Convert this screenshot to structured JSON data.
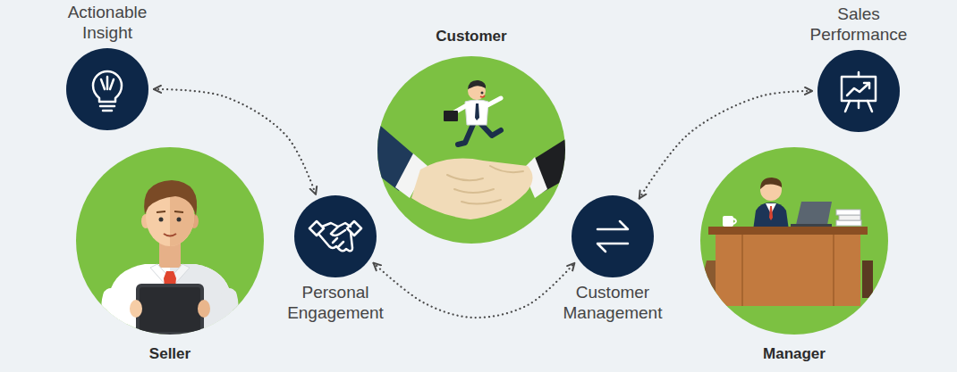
{
  "diagram": {
    "nodes": [
      {
        "text": [
          "Actionable Insight"
        ]
      },
      {
        "text": [
          "Seller"
        ]
      },
      {
        "text": [
          "Personal Engagement"
        ]
      },
      {
        "text": [
          "Customer"
        ]
      },
      {
        "text": [
          "Customer Management"
        ]
      },
      {
        "text": [
          "Sales Performance"
        ]
      },
      {
        "text": [
          "Manager"
        ]
      }
    ],
    "edges": [
      {
        "from": 0,
        "to": 2,
        "arrow": "both"
      },
      {
        "from": 2,
        "to": 4,
        "arrow": "both"
      },
      {
        "from": 4,
        "to": 5,
        "arrow": "both"
      }
    ]
  }
}
